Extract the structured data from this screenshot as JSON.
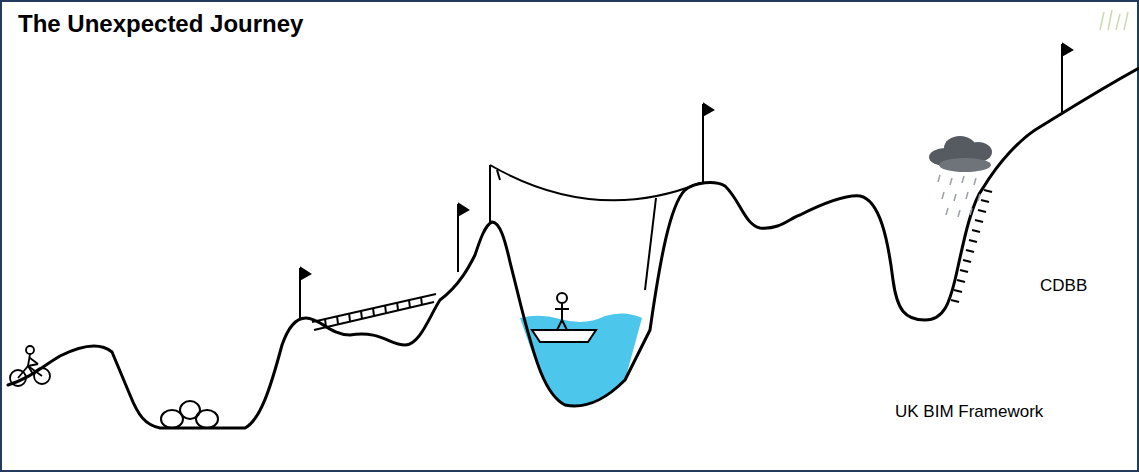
{
  "diagram": {
    "title": "The Unexpected Journey",
    "labels": [
      "CDBB",
      "UK BIM Framework"
    ]
  }
}
